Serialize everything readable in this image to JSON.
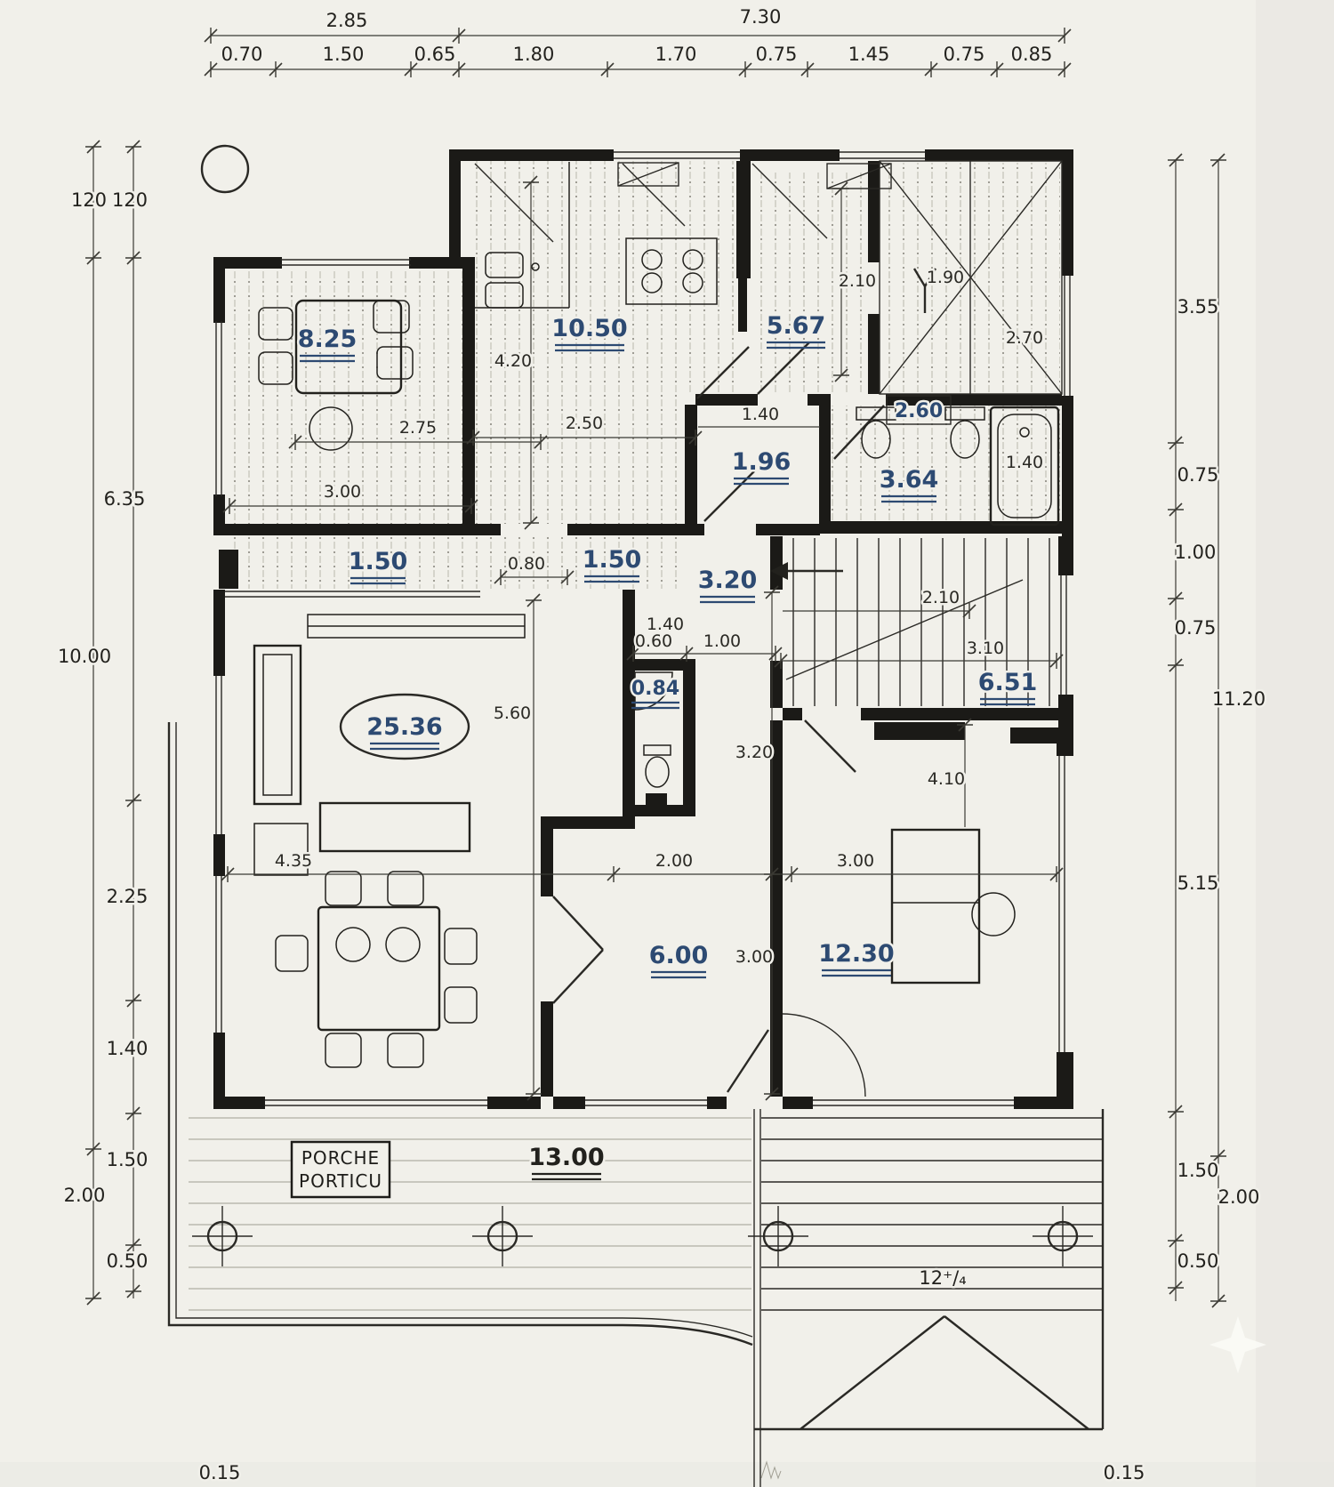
{
  "colors": {
    "paper": "#f1f0ea",
    "ink": "#1b1a17",
    "area_label": "#2d4a72"
  },
  "top_dims": {
    "row1": [
      "2.85",
      "7.30"
    ],
    "row2": [
      "0.70",
      "1.50",
      "0.65",
      "1.80",
      "1.70",
      "0.75",
      "1.45",
      "0.75",
      "0.85"
    ]
  },
  "left_dims": [
    "120",
    "120",
    "6.35",
    "10.00",
    "2.25",
    "1.40",
    "1.50",
    "2.00",
    "0.50",
    "0.15"
  ],
  "right_dims": [
    "3.55",
    "0.75",
    "1.00",
    "0.75",
    "11.20",
    "5.15",
    "1.50",
    "2.00",
    "0.50",
    "0.15"
  ],
  "areas": {
    "dining": "8.25",
    "kitchen": "10.50",
    "entry": "5.67",
    "hall": "1.96",
    "bath": "3.64",
    "bath_small": "2.60",
    "corridor_left": "1.50",
    "corridor_mid": "1.50",
    "corridor_right": "3.20",
    "wc": "0.84",
    "stair_hall": "6.51",
    "living": "25.36",
    "room_center": "6.00",
    "study": "12.30",
    "porch": "13.00"
  },
  "inner_dims": {
    "kitchen_height": "4.20",
    "dining_width": "2.75",
    "dining_width2": "3.00",
    "kitchen_width": "2.50",
    "hall_width": "1.40",
    "entry_width": "2.10",
    "entry_width2": "1.90",
    "entry_stair": "2.70",
    "tub_width": "1.40",
    "passage": "0.80",
    "stair_width": "2.10",
    "stair_length": "3.10",
    "living_height": "5.60",
    "living_width": "4.35",
    "room_width": "2.00",
    "study_width": "3.00",
    "room_height": "3.20",
    "room_height2": "3.00",
    "study_height": "4.10",
    "wc_width": "1.40",
    "wc_a": "0.60",
    "wc_b": "1.00"
  },
  "porch_label": {
    "line1": "PORCHE",
    "line2": "PORTICU"
  },
  "annotations": {
    "steps": "12⁺/₄"
  }
}
